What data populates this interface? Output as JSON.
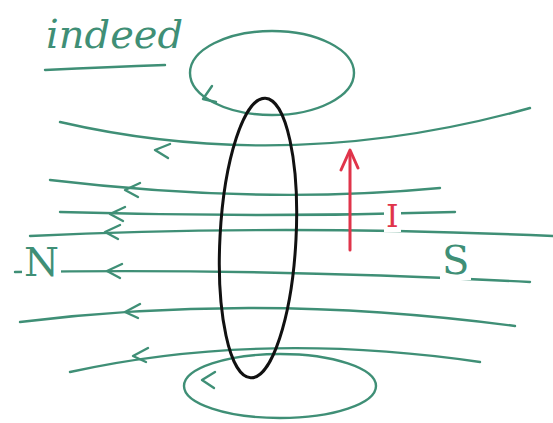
{
  "diagram": {
    "labels": [
      "indeed",
      "N",
      "S",
      "I"
    ]
  }
}
